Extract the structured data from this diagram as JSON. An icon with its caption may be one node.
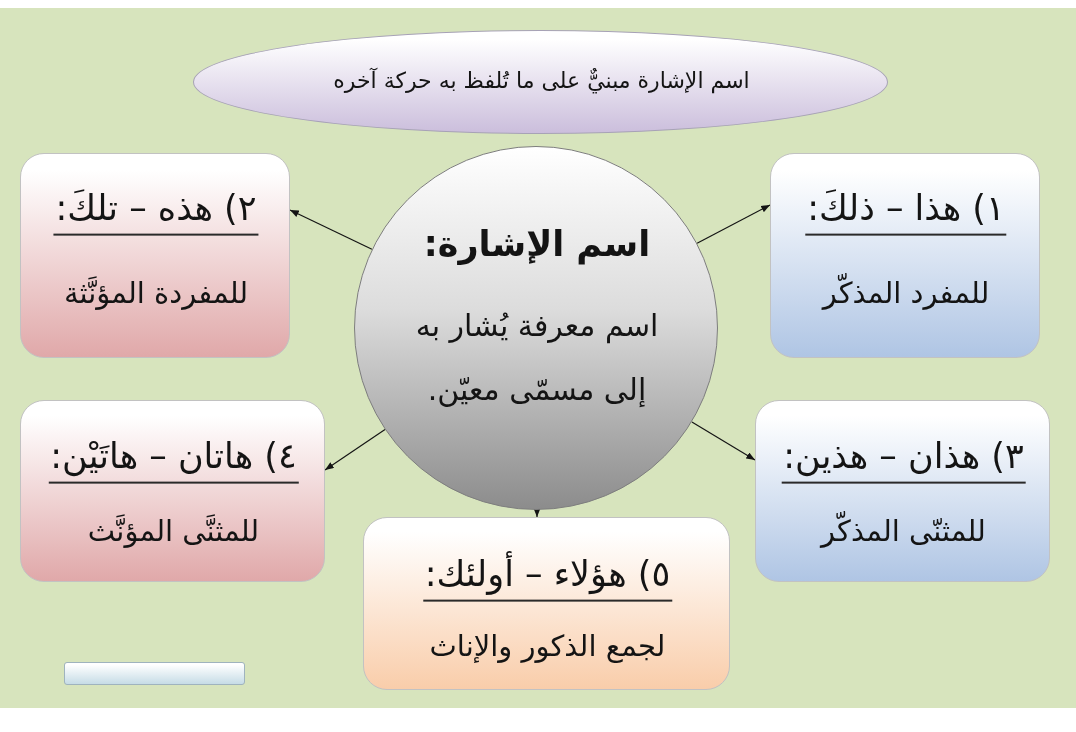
{
  "diagram": {
    "nodes": [
      {
        "text": [
          "اسم الإشارة مبنيٌّ على ما تُلفظ به حركة آخره"
        ]
      },
      {
        "text": [
          "اسم الإشارة:",
          "اسم معرفة يُشار به إلى مسمّى معيّن."
        ]
      },
      {
        "text": [
          "١) هذا – ذلكَ:",
          "للمفرد المذكّر"
        ]
      },
      {
        "text": [
          "٢) هذه – تلكَ:",
          "للمفردة المؤنَّثة"
        ]
      },
      {
        "text": [
          "٣) هذان – هذين:",
          "للمثنّى المذكّر"
        ]
      },
      {
        "text": [
          "٤) هاتان – هاتَيْن:",
          "للمثنَّى المؤنَّث"
        ]
      },
      {
        "text": [
          "٥) هؤلاء – أولئك:",
          "لجمع الذكور والإناث"
        ]
      },
      {
        "text": [],
        "shape": "bar"
      }
    ],
    "edges": [
      {
        "from": 1,
        "to": 2,
        "arrow": "to"
      },
      {
        "from": 1,
        "to": 3,
        "arrow": "to"
      },
      {
        "from": 1,
        "to": 4,
        "arrow": "to"
      },
      {
        "from": 1,
        "to": 5,
        "arrow": "to"
      },
      {
        "from": 1,
        "to": 6,
        "arrow": "to"
      }
    ]
  }
}
